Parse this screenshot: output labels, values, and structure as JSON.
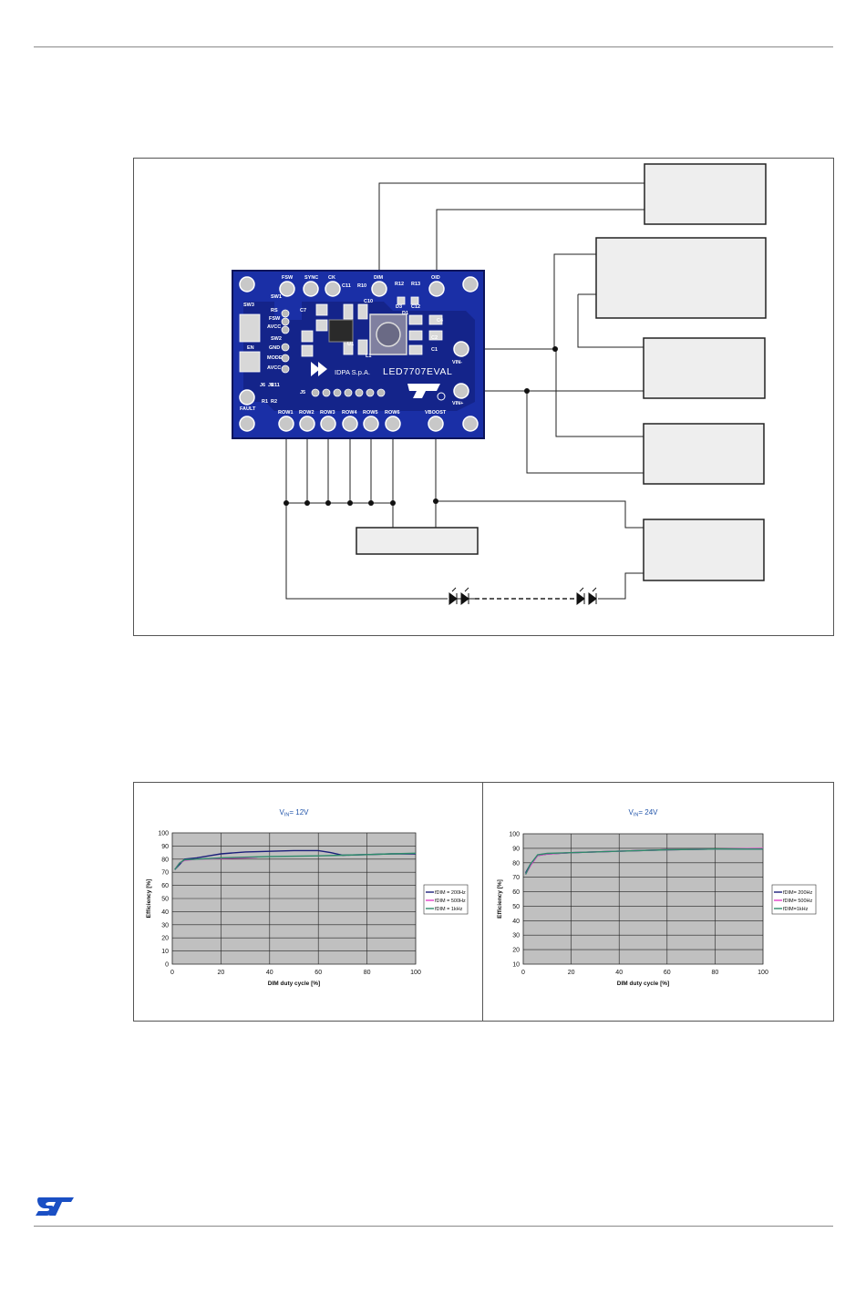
{
  "board": {
    "name": "LED7707EVAL",
    "company": "IDPA S.p.A.",
    "silkscreen_labels": [
      "FSW",
      "SYNC",
      "CK",
      "DIM",
      "OID",
      "SW3",
      "SW1",
      "SW2",
      "RS",
      "FSW",
      "AVCC",
      "GND",
      "MODE",
      "AVCC",
      "EN",
      "FAULT",
      "R12",
      "R13",
      "D3",
      "C12",
      "C11",
      "R10",
      "C10",
      "C4",
      "C2",
      "C1",
      "L1",
      "U1",
      "D1",
      "C7",
      "J5",
      "J1",
      "R1",
      "R2",
      "R11",
      "J6",
      "VIN-",
      "VIN+"
    ],
    "row_labels": [
      "ROW1",
      "ROW2",
      "ROW3",
      "ROW4",
      "ROW5",
      "ROW6",
      "VBOOST"
    ]
  },
  "colors": {
    "pcb": "#1a2fa6",
    "pcb_dark": "#14248a",
    "silk": "#ffffff",
    "callout_fill": "#eeeeee",
    "series_200hz": "#1b1f7a",
    "series_500hz": "#e040c8",
    "series_1khz": "#2e8b6a",
    "plot_bg": "#c0c0c0",
    "st_logo": "#1a4fc4"
  },
  "chart_data": [
    {
      "type": "line",
      "title": "VIN = 12V",
      "title_main": "V",
      "title_sub": "IN",
      "title_rest": "= 12V",
      "xlabel": "DIM duty cycle  [%]",
      "ylabel": "Efficiency  [%]",
      "xlim": [
        0,
        100
      ],
      "ylim": [
        0,
        100
      ],
      "xticks": [
        0,
        20,
        40,
        60,
        80,
        100
      ],
      "yticks": [
        0,
        10,
        20,
        30,
        40,
        50,
        60,
        70,
        80,
        90,
        100
      ],
      "grid": true,
      "legend": "right",
      "series": [
        {
          "name": "fDIM = 200Hz",
          "color": "#1b1f7a",
          "x": [
            1,
            3,
            5,
            10,
            15,
            20,
            30,
            40,
            50,
            60,
            65,
            70,
            80,
            90,
            100
          ],
          "y": [
            72,
            76,
            80,
            81,
            82.5,
            84,
            85.5,
            86,
            86.5,
            86.5,
            85,
            83,
            83.5,
            84,
            84
          ]
        },
        {
          "name": "fDIM = 500Hz",
          "color": "#e040c8",
          "x": [
            1,
            3,
            5,
            10,
            20,
            30,
            35
          ],
          "y": [
            72,
            77,
            79,
            80,
            80.5,
            81,
            81.5
          ]
        },
        {
          "name": "fDIM = 1kHz",
          "color": "#2e8b6a",
          "x": [
            1,
            3,
            5,
            10,
            20,
            40,
            60,
            70,
            80,
            90,
            100
          ],
          "y": [
            72,
            77,
            79.5,
            80,
            81,
            82,
            82.5,
            83,
            83.5,
            84,
            84.5
          ]
        }
      ]
    },
    {
      "type": "line",
      "title": "VIN = 24V",
      "title_main": "V",
      "title_sub": "IN",
      "title_rest": "= 24V",
      "xlabel": "DIM duty cycle  [%]",
      "ylabel": "Efficiency  [%]",
      "xlim": [
        0,
        100
      ],
      "ylim": [
        10,
        100
      ],
      "xticks": [
        0,
        20,
        40,
        60,
        80,
        100
      ],
      "yticks": [
        10,
        20,
        30,
        40,
        50,
        60,
        70,
        80,
        90,
        100
      ],
      "grid": true,
      "legend": "right",
      "series": [
        {
          "name": "fDIM= 200Hz",
          "color": "#1b1f7a",
          "x": [
            1,
            3,
            6,
            10,
            20,
            40,
            60,
            80,
            100
          ],
          "y": [
            73,
            79,
            85,
            86,
            87,
            88,
            89,
            89.5,
            89.5
          ]
        },
        {
          "name": "fDIM= 500Hz",
          "color": "#e040c8",
          "x": [
            1,
            3,
            6,
            10,
            20,
            40,
            60,
            80,
            100
          ],
          "y": [
            72,
            78,
            85,
            86,
            87,
            88,
            89,
            89.5,
            90
          ]
        },
        {
          "name": "fDIM=1kHz",
          "color": "#2e8b6a",
          "x": [
            1,
            3,
            6,
            10,
            20,
            40,
            60,
            80,
            100
          ],
          "y": [
            72,
            79,
            85.5,
            86.5,
            87,
            88,
            89,
            89.5,
            89.5
          ]
        }
      ]
    }
  ]
}
